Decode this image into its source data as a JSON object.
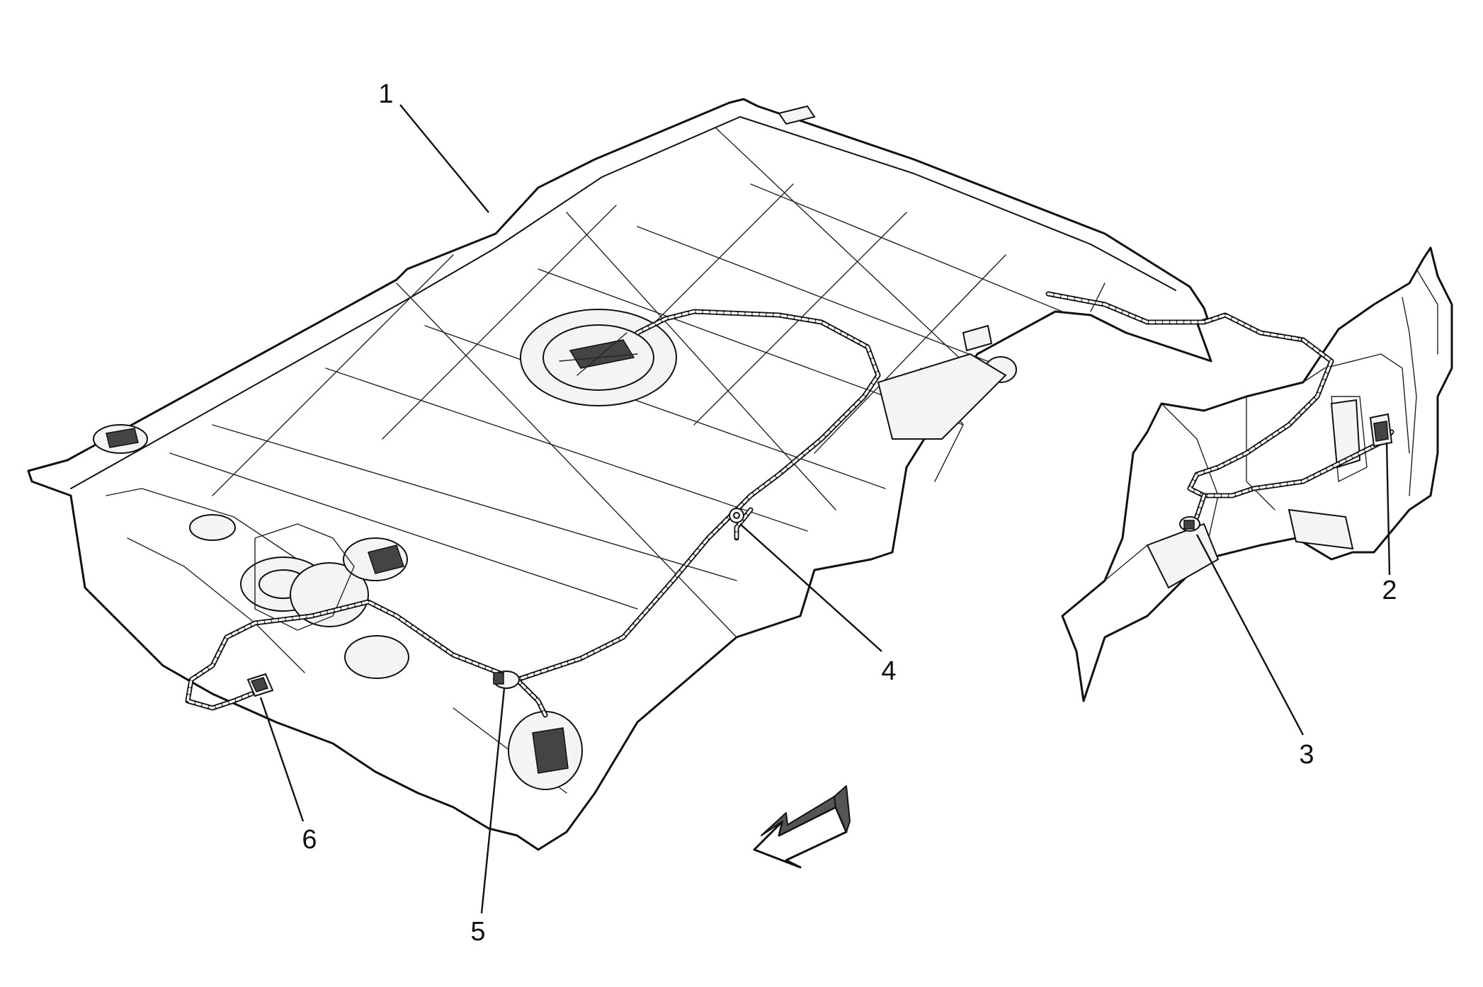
{
  "callouts": [
    {
      "id": "1",
      "label": "1"
    },
    {
      "id": "2",
      "label": "2"
    },
    {
      "id": "3",
      "label": "3"
    },
    {
      "id": "4",
      "label": "4"
    },
    {
      "id": "5",
      "label": "5"
    },
    {
      "id": "6",
      "label": "6"
    }
  ],
  "icons": {
    "direction_arrow": "front-direction-arrow-icon"
  },
  "colors": {
    "line": "#111111",
    "background": "#ffffff"
  }
}
